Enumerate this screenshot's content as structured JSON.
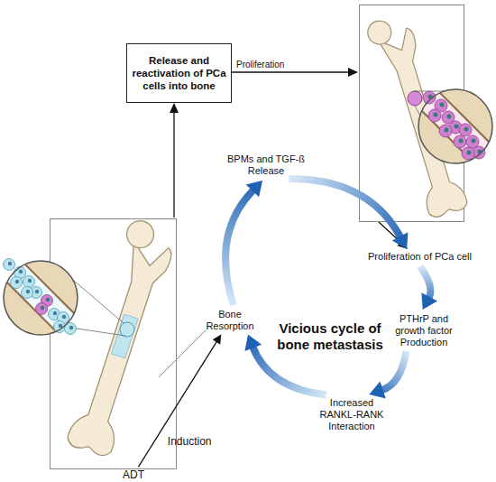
{
  "diagram": {
    "nodes": [
      {
        "text": [
          "Release and reactivation of PCa cells into bone"
        ]
      },
      {
        "text": [
          "BPMs and TGF-ß Release"
        ]
      },
      {
        "text": [
          "Proliferation of PCa cell"
        ]
      },
      {
        "text": [
          "PTHrP and growth factor Production"
        ]
      },
      {
        "text": [
          "Bone Resorption"
        ]
      },
      {
        "text": [
          "Increased RANKL-RANK Interaction"
        ]
      },
      {
        "text": [
          "ADT"
        ]
      }
    ],
    "edges": [
      {
        "from": 4,
        "to": 1,
        "arrow": "to"
      },
      {
        "from": 1,
        "to": 2,
        "arrow": "to"
      },
      {
        "from": 2,
        "to": 3,
        "arrow": "to"
      },
      {
        "from": 3,
        "to": 5,
        "arrow": "to"
      },
      {
        "from": 5,
        "to": 4,
        "arrow": "to"
      },
      {
        "from": 6,
        "to": 4,
        "arrow": "to",
        "label": "Induction"
      }
    ],
    "labels": [
      "Proliferation",
      "Vicious cycle of bone metastasis"
    ]
  }
}
